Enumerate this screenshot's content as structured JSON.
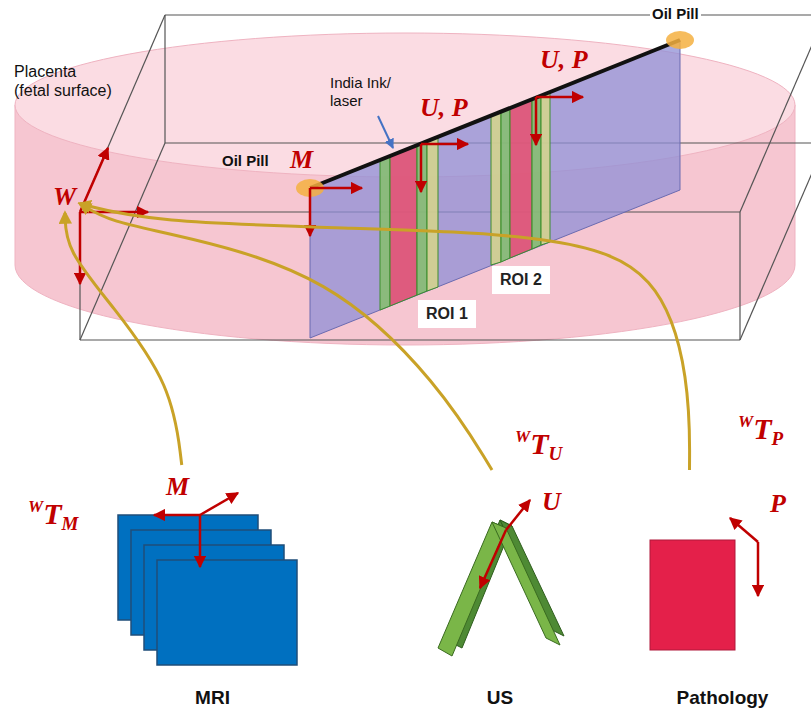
{
  "diagram": {
    "nodes": [
      {
        "text": [
          "W"
        ]
      },
      {
        "text": [
          "ROI 2"
        ]
      },
      {
        "text": [
          "ROI 1"
        ]
      },
      {
        "text": [
          "M",
          "MRI"
        ]
      },
      {
        "text": [
          "U",
          "US"
        ]
      },
      {
        "text": [
          "P",
          "Pathology"
        ]
      }
    ],
    "edges": [
      {
        "from": 3,
        "to": 0,
        "arrow": "to",
        "label": "WTM"
      },
      {
        "from": 4,
        "to": 0,
        "arrow": "to",
        "label": "WTU"
      },
      {
        "from": 5,
        "to": 0,
        "arrow": "to",
        "label": "WTP"
      }
    ],
    "labels": [
      "Placenta (fetal surface)",
      "Oil Pill",
      "Oil Pill",
      "India Ink/ laser",
      "U, P",
      "U, P",
      "M"
    ]
  }
}
